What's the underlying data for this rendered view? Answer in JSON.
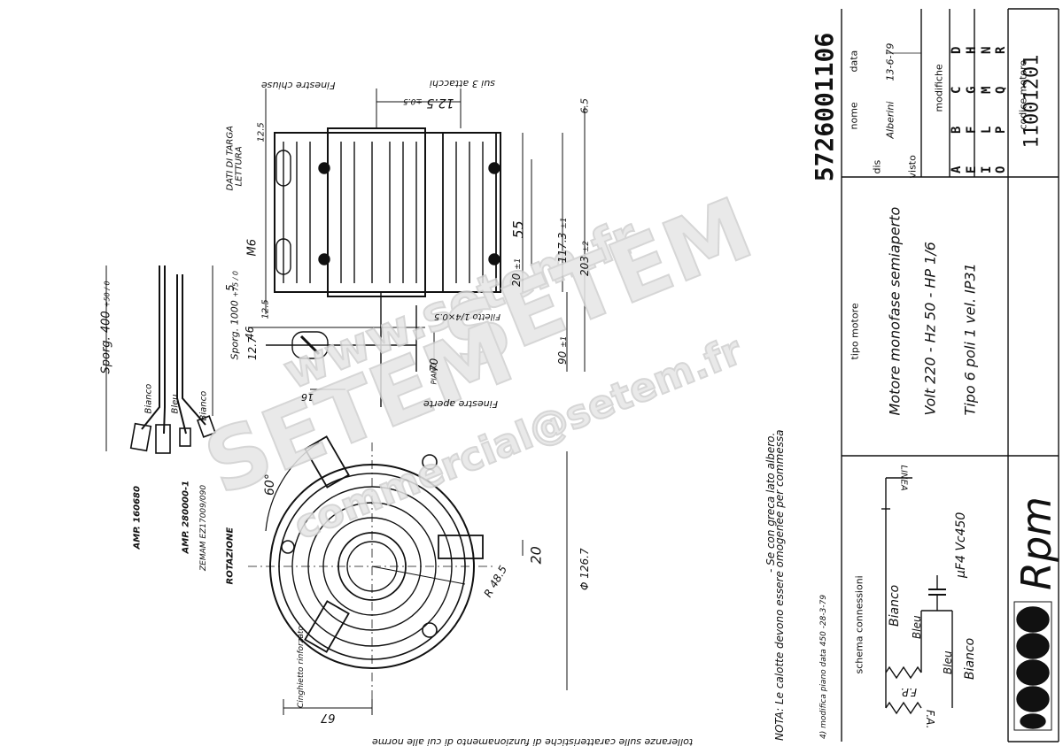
{
  "drawing_number": "5726001106",
  "title_block": {
    "nome_label": "nome",
    "data_label": "data",
    "dis_label": "dis",
    "visto_label": "visto",
    "dis_name": "Alberini",
    "dis_date": "13-6-79",
    "modifiche_label": "modifiche",
    "modifiche_letters": [
      "A",
      "B",
      "C",
      "D",
      "E",
      "F",
      "G",
      "H",
      "I",
      "L",
      "M",
      "N",
      "O",
      "P",
      "Q",
      "R"
    ],
    "codice_motore_label": "codice motore",
    "codice_motore": "11001201",
    "tipo_motore_label": "tipo motore",
    "line1": "Motore monofase semiaperto",
    "line2": "Volt 220 - Hz 50 - HP 1/6",
    "line3": "Tipo 6 poli  1 vel.  IP31",
    "schema_label": "schema connessioni",
    "brand": "Rpm"
  },
  "wiring": {
    "linea": "LINEA",
    "bianco_top": "Bianco",
    "bleu1": "Bleu",
    "bleu2": "Bleu",
    "bianco_bottom": "Bianco",
    "fp": "F.P.",
    "fa": "F.A.",
    "capacitor": "µF4 Vc450"
  },
  "side_view": {
    "finestre_chiuse": "Finestre chiuse",
    "sui_3_attacchi": "sui 3 attacchi",
    "dim_125": "12.5",
    "dim_125_tol": "±0.5",
    "dim_65": "6.5",
    "dati_di_targa": "DATI DI TARGA",
    "lettura": "LETTURA",
    "dim_125_small": "12.5",
    "m6": "M6",
    "dim_55": "55",
    "dim_20": "20",
    "dim_20_tol": "±1",
    "dim_1173": "117.3",
    "dim_1173_tol": "±1",
    "dim_203": "203",
    "dim_203_tol": "±2",
    "dim_5": "5",
    "dim_125b": "12.5",
    "dim_46": "46",
    "filetto": "Filetto 1/4×0.5",
    "dim_127": "12.7",
    "dim_90": "90",
    "dim_90_tol": "±1",
    "dim_70": "70",
    "piano": "PIANO",
    "dim_16": "16",
    "finestre_aperte": "Finestre aperte"
  },
  "cables": {
    "sporg_400": "Sporg. 400",
    "sporg_400_tol": "+50 / 0",
    "sporg_1000": "Sporg. 1000",
    "sporg_1000_tol": "+75 / 0",
    "bianco1": "Bianco",
    "bleu": "Bleu",
    "bianco2": "Bianco",
    "amp1": "AMP. 160680",
    "amp2": "AMP. 280000-1",
    "zemam": "ZEMAM EZ17009/090",
    "rotazione": "ROTAZIONE"
  },
  "front_view": {
    "angle": "60°",
    "dim_20": "20",
    "dim_r": "R 48.5",
    "dim_d": "Φ 126.7",
    "dim_67": "67",
    "cinghietto": "Cinghietto rinforzato"
  },
  "notes": {
    "nota": "NOTA: Le calotte devono essere omogenee per commessa",
    "nota2": "- Se con greca lato albero.",
    "modified": "4) modifica piano data 450 -28-3-79",
    "bottom": "tolleranze sulle caratteristiche di funzionamento di cui alle norme"
  },
  "watermark": {
    "line1": "www.setem.fr",
    "line2": "SETEM",
    "line3": "SETEM",
    "line4": "commercial@setem.fr"
  }
}
